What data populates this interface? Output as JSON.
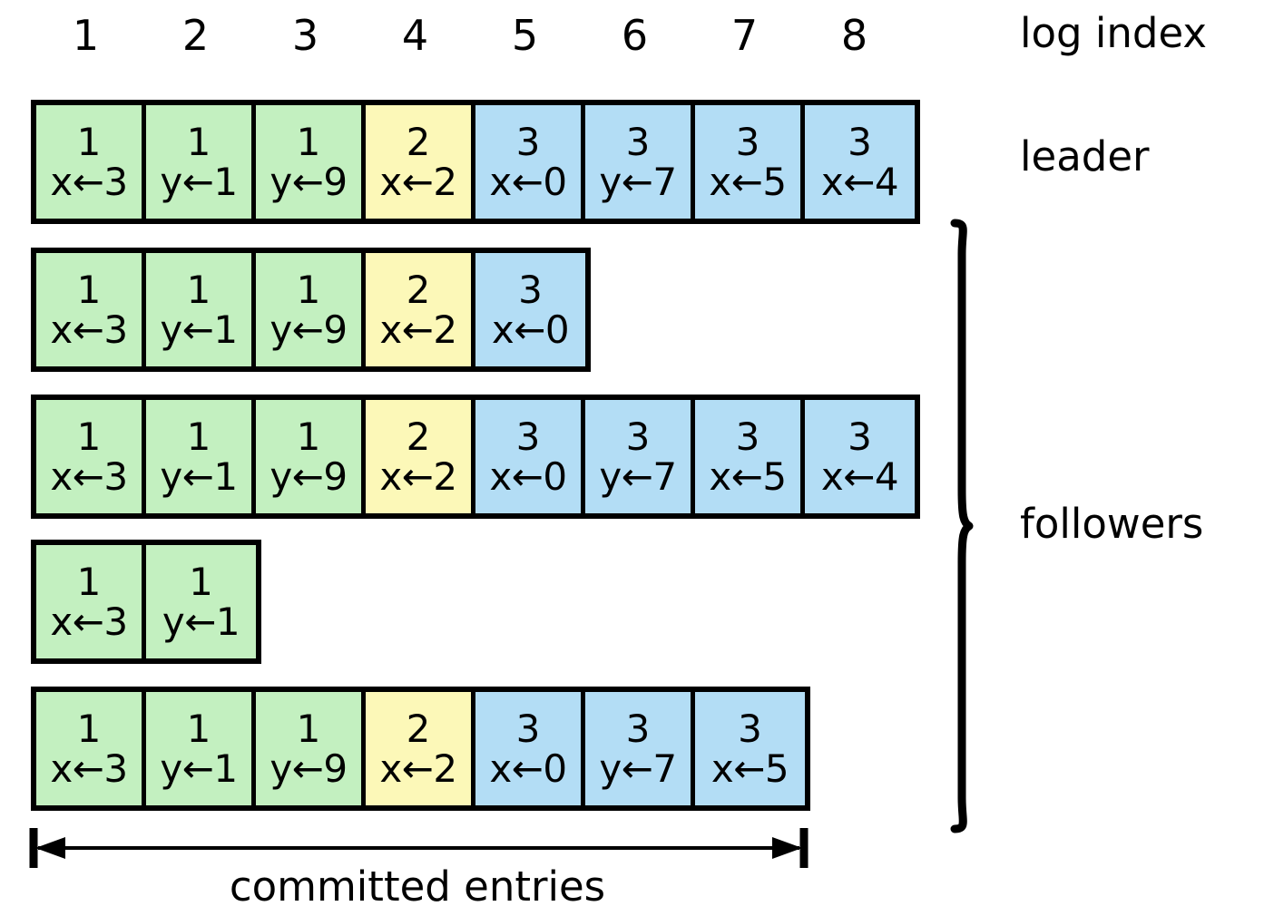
{
  "header": {
    "log_index_label": "log index",
    "indices": [
      "1",
      "2",
      "3",
      "4",
      "5",
      "6",
      "7",
      "8"
    ]
  },
  "labels": {
    "leader": "leader",
    "followers": "followers",
    "committed": "committed entries"
  },
  "colors": {
    "term_1": "#c3f0c0",
    "term_2": "#fcf8b8",
    "term_3": "#b3ddf5",
    "border": "#000000",
    "background": "#ffffff"
  },
  "logs": [
    {
      "role": "leader",
      "entries": [
        {
          "term": "1",
          "command": "x←3"
        },
        {
          "term": "1",
          "command": "y←1"
        },
        {
          "term": "1",
          "command": "y←9"
        },
        {
          "term": "2",
          "command": "x←2"
        },
        {
          "term": "3",
          "command": "x←0"
        },
        {
          "term": "3",
          "command": "y←7"
        },
        {
          "term": "3",
          "command": "x←5"
        },
        {
          "term": "3",
          "command": "x←4"
        }
      ]
    },
    {
      "role": "follower",
      "entries": [
        {
          "term": "1",
          "command": "x←3"
        },
        {
          "term": "1",
          "command": "y←1"
        },
        {
          "term": "1",
          "command": "y←9"
        },
        {
          "term": "2",
          "command": "x←2"
        },
        {
          "term": "3",
          "command": "x←0"
        }
      ]
    },
    {
      "role": "follower",
      "entries": [
        {
          "term": "1",
          "command": "x←3"
        },
        {
          "term": "1",
          "command": "y←1"
        },
        {
          "term": "1",
          "command": "y←9"
        },
        {
          "term": "2",
          "command": "x←2"
        },
        {
          "term": "3",
          "command": "x←0"
        },
        {
          "term": "3",
          "command": "y←7"
        },
        {
          "term": "3",
          "command": "x←5"
        },
        {
          "term": "3",
          "command": "x←4"
        }
      ]
    },
    {
      "role": "follower",
      "entries": [
        {
          "term": "1",
          "command": "x←3"
        },
        {
          "term": "1",
          "command": "y←1"
        }
      ]
    },
    {
      "role": "follower",
      "entries": [
        {
          "term": "1",
          "command": "x←3"
        },
        {
          "term": "1",
          "command": "y←1"
        },
        {
          "term": "1",
          "command": "y←9"
        },
        {
          "term": "2",
          "command": "x←2"
        },
        {
          "term": "3",
          "command": "x←0"
        },
        {
          "term": "3",
          "command": "y←7"
        },
        {
          "term": "3",
          "command": "x←5"
        }
      ]
    }
  ],
  "committed_range": {
    "from_index": 1,
    "to_index": 7
  }
}
